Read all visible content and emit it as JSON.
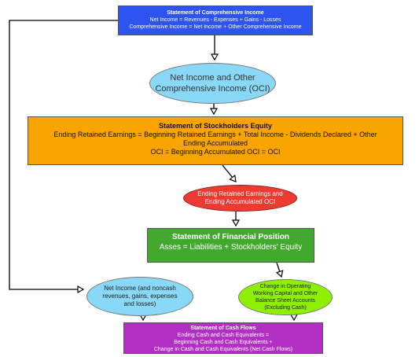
{
  "nodes": {
    "comprehensive_income": {
      "title": "Statement of Comprehensive Income",
      "lines": [
        "Net Income = Revenues - Expenses + Gains - Losses",
        "Comprehensive Income = Net Income + Other Comprehensive Income"
      ]
    },
    "ni_oci": {
      "lines": [
        "Net Income and Other",
        "Comprehensive Income (OCI)"
      ]
    },
    "stockholders_equity": {
      "title": "Statement of Stockholders Equity",
      "lines": [
        "Ending Retained Earnings = Beginning Retained Earnings + Total Income - Dividends Declared + Other",
        "Ending Accumulated",
        "OCI = Beginning Accumulated OCI = OCI"
      ]
    },
    "ending_re_oci": {
      "lines": [
        "Ending Retained Earnings and",
        "Ending Accumulated OCI"
      ]
    },
    "financial_position": {
      "title": "Statement of Financial Position",
      "lines": [
        "Asses = Liabilities + Stockholders' Equity"
      ]
    },
    "net_income_noncash": {
      "lines": [
        "Net Income (and noncash",
        "revenues, gains, expenses",
        "and losses)"
      ]
    },
    "working_capital": {
      "lines": [
        "Change in Operating",
        "Working Capital and Other",
        "Balance Sheet Accounts",
        "(Excluding Cash)"
      ]
    },
    "cash_flows": {
      "title": "Statement of Cash Flows",
      "lines": [
        "Ending Cash and Cash Equivalents =",
        "Beginning Cash and Cash Equivalents +",
        "Change in Cash and Cash Equivalents (Net Cash Flows)"
      ]
    }
  },
  "colors": {
    "comprehensive_income": "#2d54ee",
    "ni_oci": "#8ad8f8",
    "stockholders_equity": "#f9a400",
    "ending_re_oci": "#ee3a31",
    "financial_position": "#43a92e",
    "net_income_noncash": "#8ad8f8",
    "working_capital": "#8ef000",
    "cash_flows": "#b22fc4",
    "connector": "#000000"
  }
}
